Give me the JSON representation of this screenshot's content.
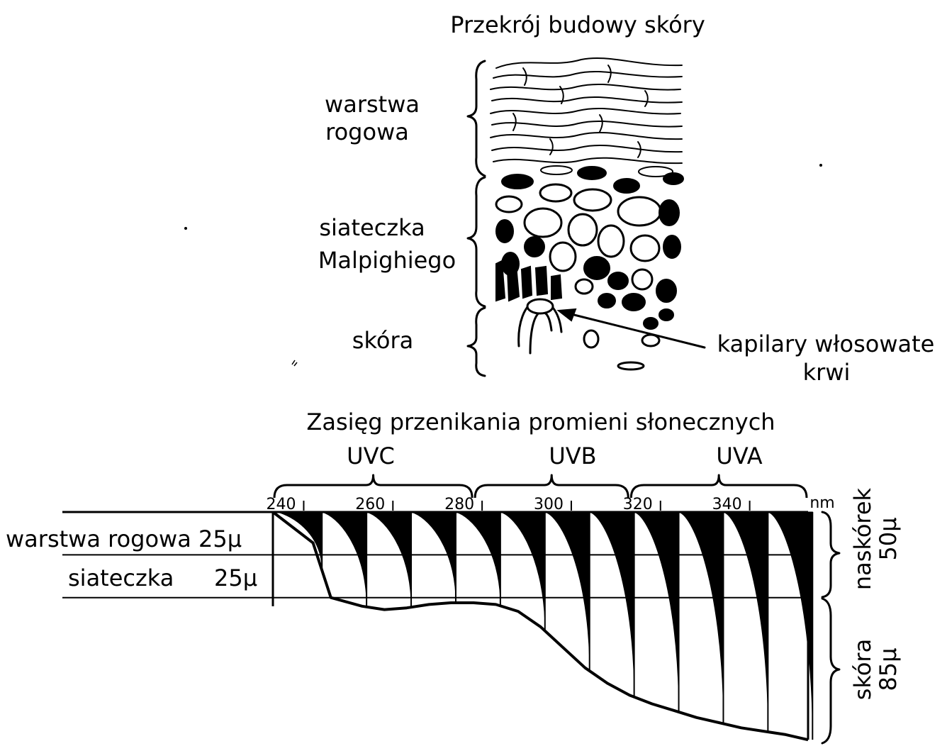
{
  "section_structure": {
    "title": "Przekrój budowy skóry",
    "layers": [
      {
        "line1": "warstwa",
        "line2": "rogowa"
      },
      {
        "line1": "siateczka",
        "line2": "Malpighiego"
      },
      {
        "line1": "skóra",
        "line2": ""
      }
    ],
    "callout": {
      "line1": "kapilary włosowate",
      "line2": "krwi"
    }
  },
  "section_penetration": {
    "title": "Zasięg przenikania promieni słonecznych",
    "bands": [
      "UVC",
      "UVB",
      "UVA"
    ],
    "unit": "nm",
    "rows": [
      {
        "label": "warstwa rogowa 25µ"
      },
      {
        "label": "siateczka",
        "value": "25µ"
      }
    ],
    "right_groups": [
      {
        "line1": "naskórek",
        "line2": "50µ"
      },
      {
        "line1": "skóra",
        "line2": "85µ"
      }
    ]
  },
  "chart_data": {
    "type": "area",
    "title": "Zasięg przenikania promieni słonecznych",
    "xlabel": "nm",
    "ylabel": "",
    "x_ticks": [
      240,
      260,
      280,
      300,
      320,
      340
    ],
    "xlim": [
      235,
      355
    ],
    "depth_unit": "µ",
    "depth_zones": [
      {
        "name": "warstwa rogowa",
        "from": 0,
        "to": 25
      },
      {
        "name": "siateczka",
        "from": 25,
        "to": 50
      },
      {
        "name": "skóra",
        "from": 50,
        "to": 135
      }
    ],
    "bands": [
      {
        "name": "UVC",
        "from": 235,
        "to": 280
      },
      {
        "name": "UVB",
        "from": 280,
        "to": 315
      },
      {
        "name": "UVA",
        "from": 315,
        "to": 355
      }
    ],
    "penetration_curve": {
      "x": [
        235,
        244,
        248,
        255,
        260,
        265,
        270,
        275,
        280,
        285,
        290,
        295,
        300,
        305,
        310,
        315,
        320,
        325,
        330,
        335,
        340,
        345,
        350,
        355
      ],
      "y": [
        0,
        18,
        50,
        55,
        57,
        56,
        54,
        53,
        53,
        54,
        58,
        67,
        79,
        91,
        100,
        107,
        112,
        116,
        120,
        123,
        126,
        128,
        130,
        133
      ]
    },
    "wedge_x": [
      236,
      246,
      256,
      266,
      276,
      286,
      296,
      306,
      316,
      326,
      336,
      346
    ]
  }
}
